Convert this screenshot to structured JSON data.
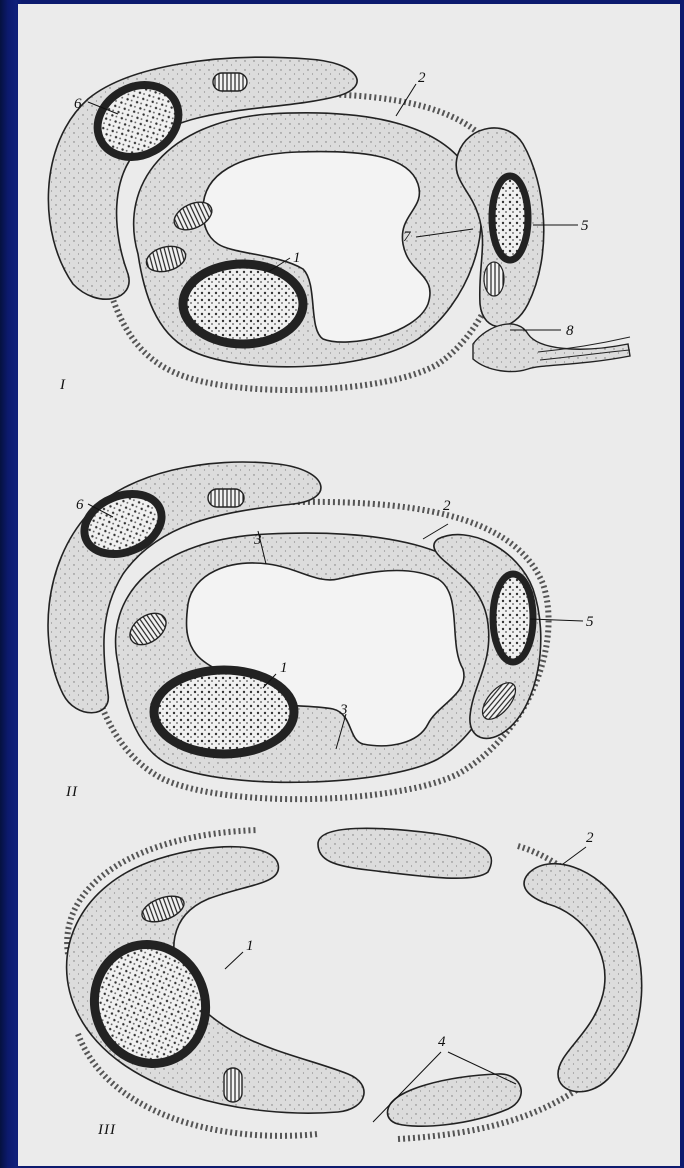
{
  "figure": {
    "stages": [
      {
        "id": "stage-1",
        "roman": "I"
      },
      {
        "id": "stage-2",
        "roman": "II"
      },
      {
        "id": "stage-3",
        "roman": "III"
      }
    ],
    "labels": {
      "s1_l1": "1",
      "s1_l2": "2",
      "s1_l5": "5",
      "s1_l6": "6",
      "s1_l7": "7",
      "s1_l8": "8",
      "s2_l1": "1",
      "s2_l2": "2",
      "s2_l3a": "3",
      "s2_l3b": "3",
      "s2_l5": "5",
      "s2_l6": "6",
      "s3_l1": "1",
      "s3_l2": "2",
      "s3_l4": "4"
    }
  },
  "colors": {
    "frame": "#0c1a6e",
    "paper": "#ebebeb",
    "cytoplasm": "#dcdcdc",
    "ink": "#1a1a1a",
    "nucleus": "#232323"
  }
}
